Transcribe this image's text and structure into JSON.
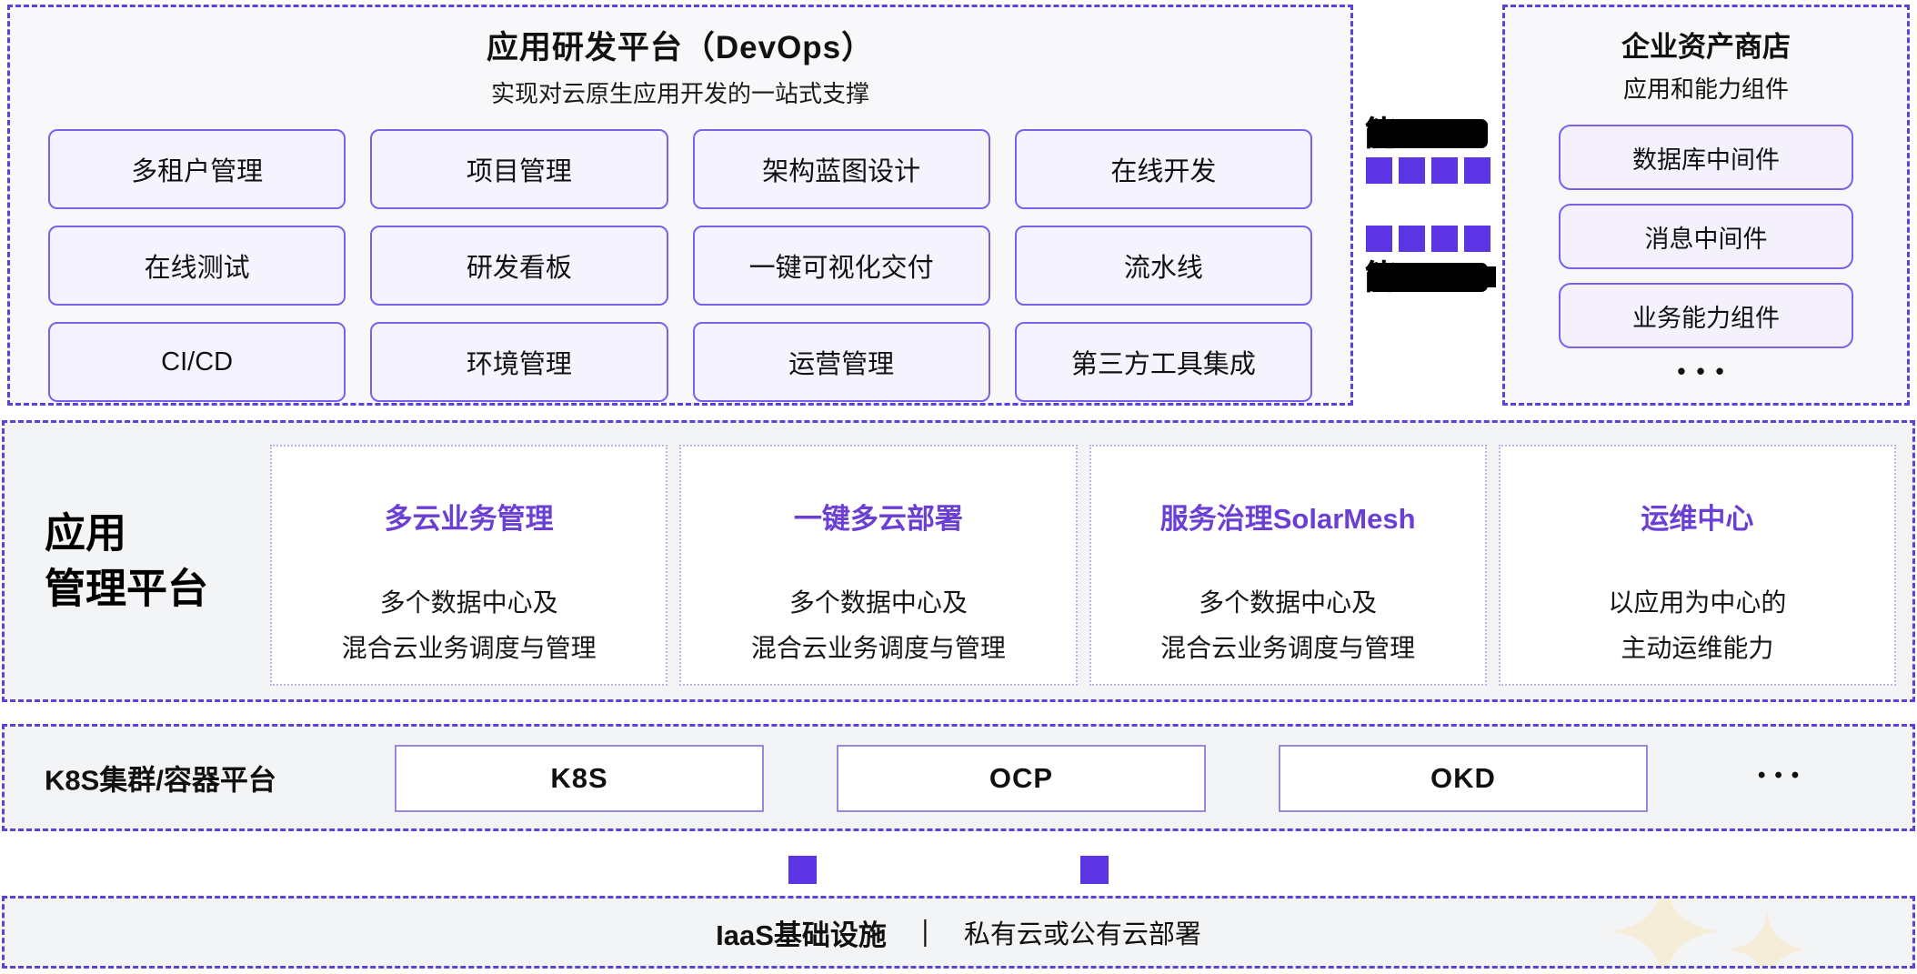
{
  "colors": {
    "accent_dashed_border": "#5a43d8",
    "chip_border": "#7b61ea",
    "chip_fill": "#f5f3fd",
    "square_purple": "#5b35e3",
    "card_title_purple": "#6b3fd4",
    "band_fill": "#f3f4f6",
    "box_fill": "#f8f8fb",
    "sparkle": "#f5edd8"
  },
  "devops_platform": {
    "title": "应用研发平台（DevOps）",
    "subtitle": "实现对云原生应用开发的一站式支撑",
    "modules": [
      "多租户管理",
      "项目管理",
      "架构蓝图设计",
      "在线开发",
      "在线测试",
      "研发看板",
      "一键可视化交付",
      "流水线",
      "CI/CD",
      "环境管理",
      "运营管理",
      "第三方工具集成"
    ]
  },
  "capability_bridge": {
    "top_redacted_visible_char": "能",
    "bottom_redacted_visible_char": "能"
  },
  "asset_store": {
    "title": "企业资产商店",
    "subtitle": "应用和能力组件",
    "items": [
      "数据库中间件",
      "消息中间件",
      "业务能力组件"
    ],
    "more_indicator": "•••"
  },
  "app_mgmt_platform": {
    "label_line1": "应用",
    "label_line2": "管理平台",
    "cards": [
      {
        "title": "多云业务管理",
        "desc_line1": "多个数据中心及",
        "desc_line2": "混合云业务调度与管理"
      },
      {
        "title": "一键多云部署",
        "desc_line1": "多个数据中心及",
        "desc_line2": "混合云业务调度与管理"
      },
      {
        "title": "服务治理SolarMesh",
        "desc_line1": "多个数据中心及",
        "desc_line2": "混合云业务调度与管理"
      },
      {
        "title": "运维中心",
        "desc_line1": "以应用为中心的",
        "desc_line2": "主动运维能力"
      }
    ]
  },
  "container_platform": {
    "label": "K8S集群/容器平台",
    "clusters": [
      "K8S",
      "OCP",
      "OKD"
    ],
    "more_indicator": "•••"
  },
  "iaas": {
    "label_bold": "IaaS基础设施",
    "separator": "｜",
    "label_rest": "私有云或公有云部署"
  }
}
